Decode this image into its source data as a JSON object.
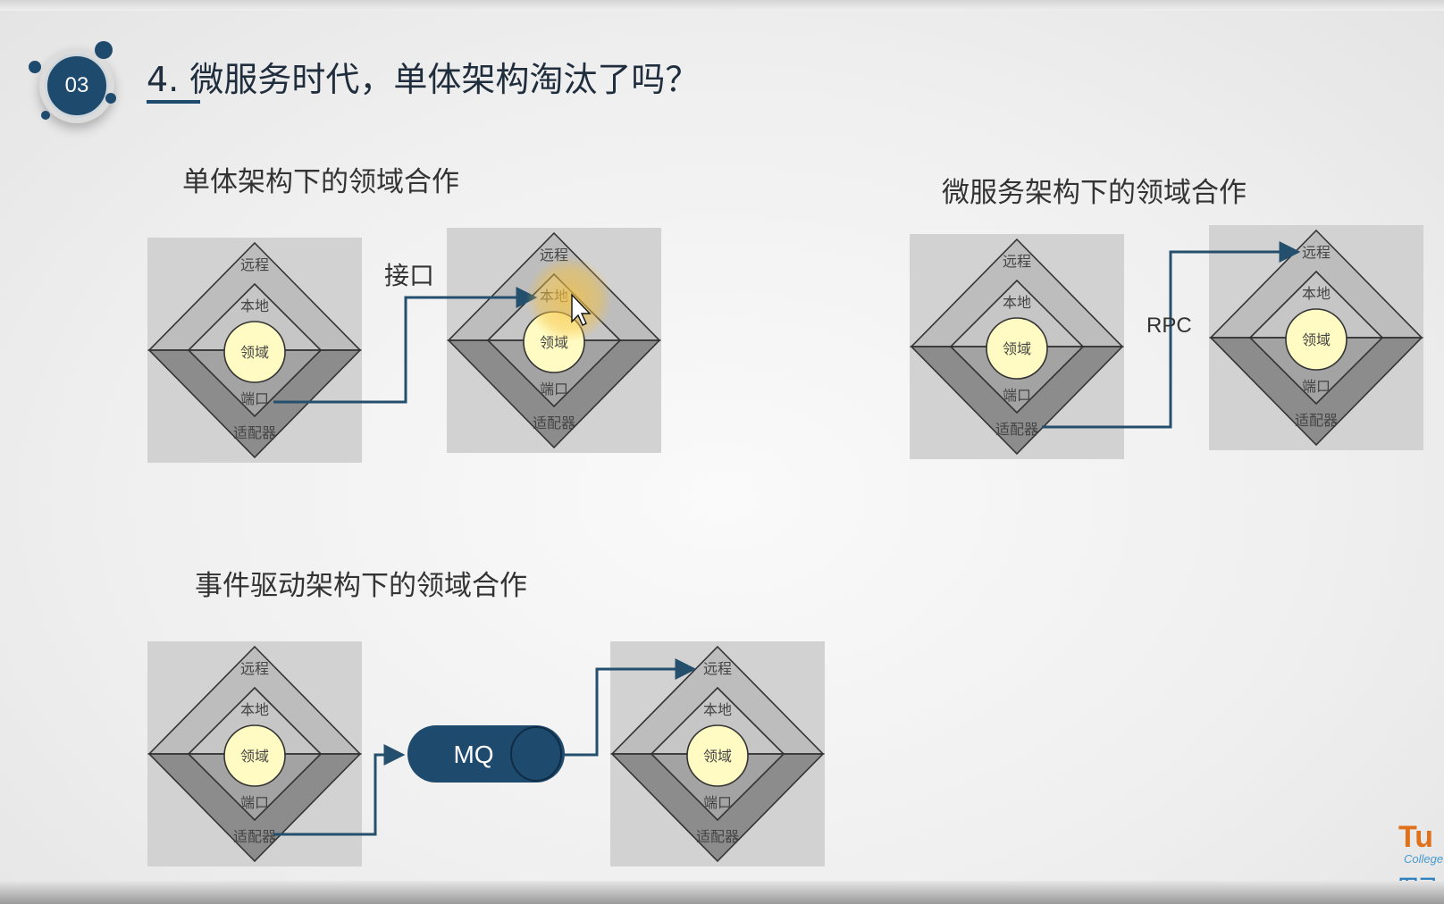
{
  "slide": {
    "section_number": "03",
    "title": "4. 微服务时代，单体架构淘汰了吗？"
  },
  "headings": {
    "monolith": "单体架构下的领域合作",
    "microservice": "微服务架构下的领域合作",
    "event_driven": "事件驱动架构下的领域合作"
  },
  "hexagon_labels": {
    "remote": "远程",
    "local": "本地",
    "domain": "领域",
    "port": "端口",
    "adapter": "适配器"
  },
  "connectors": {
    "interface_label": "接口",
    "rpc_label": "RPC",
    "queue_label": "MQ"
  },
  "logo": {
    "main": "Tu",
    "sub": "College",
    "cn": "图灵"
  },
  "colors": {
    "accent": "#1e4a6e",
    "arrow": "#24506e",
    "domain_fill": "#fffbc2",
    "highlight": "#f5c242"
  }
}
